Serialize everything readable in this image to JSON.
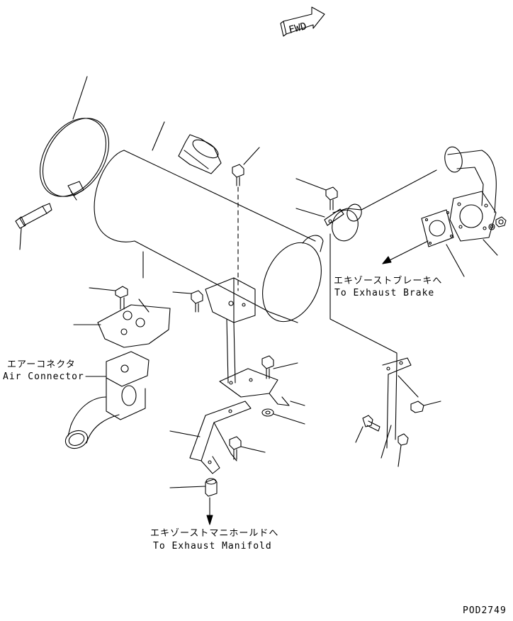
{
  "fwd_label": "FWD",
  "labels": {
    "exhaust_brake_jp": "エキゾーストブレーキへ",
    "exhaust_brake_en": "To Exhaust Brake",
    "air_connector_jp": "エアーコネクタ",
    "air_connector_en": "Air Connector",
    "exhaust_manifold_jp": "エキゾーストマニホールドへ",
    "exhaust_manifold_en": "To Exhaust Manifold"
  },
  "drawing_number": "POD2749",
  "colors": {
    "line": "#000000",
    "background": "#ffffff"
  }
}
